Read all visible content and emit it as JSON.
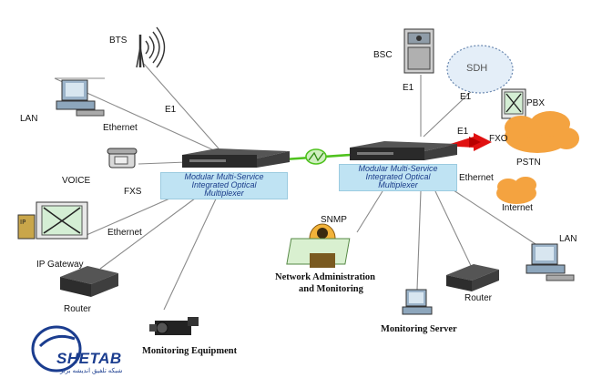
{
  "labels": {
    "bts": "BTS",
    "lan_left": "LAN",
    "ethernet_left_top": "Ethernet",
    "e1_left": "E1",
    "voice": "VOICE",
    "fxs": "FXS",
    "ethernet_left_bottom": "Ethernet",
    "ip_gateway": "IP Gateway",
    "router_left": "Router",
    "monitoring_equipment": "Monitoring Equipment",
    "bsc": "BSC",
    "e1_bsc": "E1",
    "sdh": "SDH",
    "e1_sdh": "E1",
    "pbx": "PBX",
    "e1_right": "E1",
    "fxo": "FXO",
    "pstn": "PSTN",
    "ethernet_right": "Ethernet",
    "internet": "Internet",
    "snmp": "SNMP",
    "network_admin_1": "Network Administration",
    "network_admin_2": "and Monitoring",
    "monitoring_server": "Monitoring Server",
    "router_right": "Router",
    "lan_right": "LAN"
  },
  "mux_left": [
    "Modular Multi-Service",
    "Integrated Optical",
    "Multiplexer"
  ],
  "mux_right": [
    "Modular Multi-Service",
    "Integrated Optical",
    "Multiplexer"
  ],
  "logo": {
    "name": "SHETAB",
    "tagline": "شبکه تلفیق اندیشه برتر"
  },
  "colors": {
    "fiber": "#4fc21e",
    "e1_arrow": "#e01010",
    "mux_label_bg": "#bfe3f3",
    "cloud": "#f4a340",
    "link": "#8a8a8a",
    "logo": "#1b3d8f"
  },
  "icons": {
    "multiplexer": "multiplexer-icon",
    "computer": "computer-icon",
    "router": "router-icon",
    "phone": "phone-icon",
    "antenna": "antenna-icon",
    "server": "server-icon",
    "cloud": "cloud-icon",
    "switch": "switch-icon",
    "camera": "camera-icon",
    "operator": "operator-icon"
  }
}
